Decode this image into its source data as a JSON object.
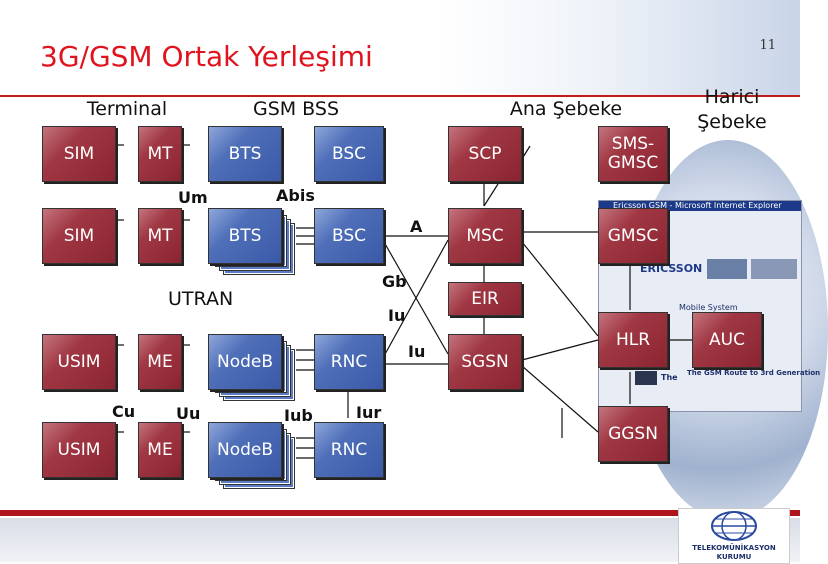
{
  "slide": {
    "title": "3G/GSM Ortak Yerleşimi",
    "page_number": "11"
  },
  "headers": {
    "terminal": "Terminal",
    "gsm_bss": "GSM BSS",
    "ana_sebeke": "Ana Şebeke",
    "harici_sebeke_line1": "Harici",
    "harici_sebeke_line2": "Şebeke",
    "utran": "UTRAN"
  },
  "nodes": {
    "sim1": "SIM",
    "sim2": "SIM",
    "usim1": "USIM",
    "usim2": "USIM",
    "mt1": "MT",
    "mt2": "MT",
    "me1": "ME",
    "me2": "ME",
    "bts1": "BTS",
    "bts2": "BTS",
    "nodeb1": "NodeB",
    "nodeb2": "NodeB",
    "bsc1": "BSC",
    "bsc2": "BSC",
    "rnc1": "RNC",
    "rnc2": "RNC",
    "scp": "SCP",
    "msc": "MSC",
    "eir": "EIR",
    "sgsn": "SGSN",
    "sms_gmsc_line1": "SMS-",
    "sms_gmsc_line2": "GMSC",
    "gmsc": "GMSC",
    "hlr": "HLR",
    "auc": "AUC",
    "ggsn": "GGSN"
  },
  "interfaces": {
    "um": "Um",
    "abis": "Abis",
    "a": "A",
    "gb": "Gb",
    "iu_upper": "Iu",
    "iu_lower": "Iu",
    "cu": "Cu",
    "uu": "Uu",
    "iub": "Iub",
    "iur": "Iur"
  },
  "background_screen": {
    "window_title": "Ericsson GSM - Microsoft Internet Explorer",
    "brand": "ERICSSON",
    "mobile_systems": "Mobile System",
    "the": "The",
    "headline": "The GSM Route to 3rd Generation"
  },
  "logo": {
    "line1": "TELEKOMÜNİKASYON",
    "line2": "KURUMU"
  },
  "colors": {
    "title_red": "#e0141e",
    "node_red": "#8b2431",
    "node_blue": "#3a5aa8",
    "rule_red": "#c01a1a"
  }
}
